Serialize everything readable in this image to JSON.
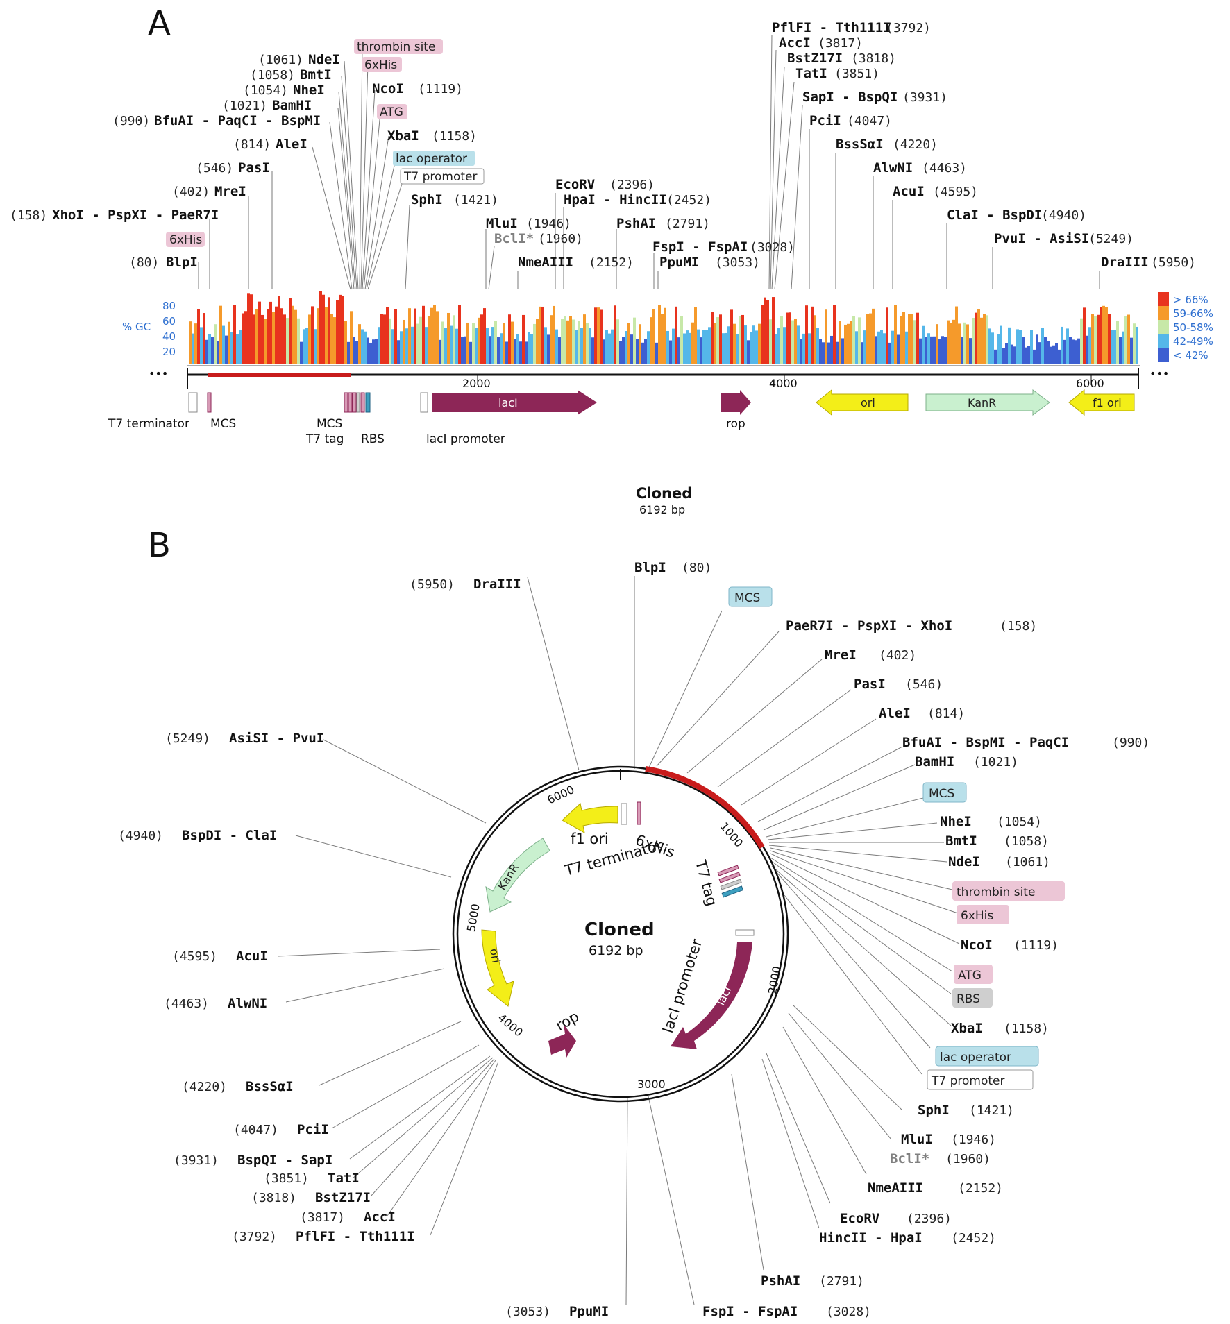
{
  "panels": {
    "a": "A",
    "b": "B"
  },
  "plasmid": {
    "name": "Cloned",
    "size": "6192 bp"
  },
  "colors": {
    "mcs_bar": "#c81c1c",
    "lacI": "#8d2657",
    "rop": "#8d2657",
    "ori": "#f3ee18",
    "f1ori": "#f3ee18",
    "KanR": "#c9f0cf",
    "tag_pink": "#ecc6d6",
    "tag_blue": "#b9e0ea",
    "tag_grey": "#cfcfcf",
    "lead": "#7a7a7a"
  },
  "linear": {
    "gc_axis_label": "% GC",
    "gc_ticks": [
      "80",
      "60",
      "40",
      "20"
    ],
    "gc_legend": [
      {
        "label": "> 66%",
        "color": "#e8331e"
      },
      {
        "label": "59-66%",
        "color": "#f59a2b"
      },
      {
        "label": "50-58%",
        "color": "#c7e8a8"
      },
      {
        "label": "42-49%",
        "color": "#55b7e9"
      },
      {
        "label": "< 42%",
        "color": "#3d5fd1"
      }
    ],
    "ruler_ticks": [
      "2000",
      "4000",
      "6000"
    ],
    "ellipsis": "•••",
    "sites": [
      {
        "num": "(80)",
        "name": "BlpI"
      },
      {
        "tag": "6xHis"
      },
      {
        "num": "(158)",
        "name": "XhoI - PspXI - PaeR7I"
      },
      {
        "num": "(402)",
        "name": "MreI"
      },
      {
        "num": "(546)",
        "name": "PasI"
      },
      {
        "num": "(814)",
        "name": "AleI"
      },
      {
        "num": "(990)",
        "name": "BfuAI - PaqCI - BspMI"
      },
      {
        "num": "(1021)",
        "name": "BamHI"
      },
      {
        "num": "(1054)",
        "name": "NheI"
      },
      {
        "num": "(1058)",
        "name": "BmtI"
      },
      {
        "num": "(1061)",
        "name": "NdeI"
      },
      {
        "tag": "thrombin site"
      },
      {
        "tag": "6xHis"
      },
      {
        "name": "NcoI",
        "num": "(1119)"
      },
      {
        "tag": "ATG"
      },
      {
        "name": "XbaI",
        "num": "(1158)"
      },
      {
        "tag": "lac operator"
      },
      {
        "tag": "T7 promoter"
      },
      {
        "name": "SphI",
        "num": "(1421)"
      },
      {
        "name": "MluI",
        "num": "(1946)"
      },
      {
        "name": "BclI*",
        "num": "(1960)"
      },
      {
        "name": "NmeAIII",
        "num": "(2152)"
      },
      {
        "name": "EcoRV",
        "num": "(2396)"
      },
      {
        "name": "HpaI - HincII",
        "num": "(2452)"
      },
      {
        "name": "PshAI",
        "num": "(2791)"
      },
      {
        "name": "FspI - FspAI",
        "num": "(3028)"
      },
      {
        "name": "PpuMI",
        "num": "(3053)"
      },
      {
        "name": "PflFI - Tth111I",
        "num": "(3792)"
      },
      {
        "name": "AccI",
        "num": "(3817)"
      },
      {
        "name": "BstZ17I",
        "num": "(3818)"
      },
      {
        "name": "TatI",
        "num": "(3851)"
      },
      {
        "name": "SapI - BspQI",
        "num": "(3931)"
      },
      {
        "name": "PciI",
        "num": "(4047)"
      },
      {
        "name": "BssSαI",
        "num": "(4220)"
      },
      {
        "name": "AlwNI",
        "num": "(4463)"
      },
      {
        "name": "AcuI",
        "num": "(4595)"
      },
      {
        "name": "ClaI - BspDI",
        "num": "(4940)"
      },
      {
        "name": "PvuI - AsiSI",
        "num": "(5249)"
      },
      {
        "name": "DraIII",
        "num": "(5950)"
      }
    ],
    "features": [
      "T7 terminator",
      "MCS",
      "MCS",
      "T7 tag",
      "RBS",
      "lacI",
      "lacI promoter",
      "rop",
      "ori",
      "KanR",
      "f1 ori"
    ]
  },
  "circular": {
    "ticks": [
      "1000",
      "2000",
      "3000",
      "4000",
      "5000",
      "6000"
    ],
    "right": [
      {
        "name": "BlpI",
        "num": "(80)"
      },
      {
        "tag": "MCS"
      },
      {
        "name": "PaeR7I - PspXI - XhoI",
        "num": "(158)"
      },
      {
        "name": "MreI",
        "num": "(402)"
      },
      {
        "name": "PasI",
        "num": "(546)"
      },
      {
        "name": "AleI",
        "num": "(814)"
      },
      {
        "name": "BfuAI - BspMI - PaqCI",
        "num": "(990)"
      },
      {
        "name": "BamHI",
        "num": "(1021)"
      },
      {
        "tag": "MCS"
      },
      {
        "name": "NheI",
        "num": "(1054)"
      },
      {
        "name": "BmtI",
        "num": "(1058)"
      },
      {
        "name": "NdeI",
        "num": "(1061)"
      },
      {
        "tag": "thrombin site"
      },
      {
        "tag": "6xHis"
      },
      {
        "name": "NcoI",
        "num": "(1119)"
      },
      {
        "tag": "ATG"
      },
      {
        "tag": "RBS"
      },
      {
        "name": "XbaI",
        "num": "(1158)"
      },
      {
        "tag": "lac operator"
      },
      {
        "tag": "T7 promoter"
      },
      {
        "name": "SphI",
        "num": "(1421)"
      },
      {
        "name": "MluI",
        "num": "(1946)"
      },
      {
        "name": "BclI*",
        "num": "(1960)"
      },
      {
        "name": "NmeAIII",
        "num": "(2152)"
      },
      {
        "name": "EcoRV",
        "num": "(2396)"
      },
      {
        "name": "HincII - HpaI",
        "num": "(2452)"
      },
      {
        "name": "PshAI",
        "num": "(2791)"
      },
      {
        "name": "FspI - FspAI",
        "num": "(3028)"
      }
    ],
    "left": [
      {
        "num": "(5950)",
        "name": "DraIII"
      },
      {
        "num": "(5249)",
        "name": "AsiSI - PvuI"
      },
      {
        "num": "(4940)",
        "name": "BspDI - ClaI"
      },
      {
        "num": "(4595)",
        "name": "AcuI"
      },
      {
        "num": "(4463)",
        "name": "AlwNI"
      },
      {
        "num": "(4220)",
        "name": "BssSαI"
      },
      {
        "num": "(4047)",
        "name": "PciI"
      },
      {
        "num": "(3931)",
        "name": "BspQI - SapI"
      },
      {
        "num": "(3851)",
        "name": "TatI"
      },
      {
        "num": "(3818)",
        "name": "BstZ17I"
      },
      {
        "num": "(3817)",
        "name": "AccI"
      },
      {
        "num": "(3792)",
        "name": "PflFI - Tth111I"
      },
      {
        "num": "(3053)",
        "name": "PpuMI"
      }
    ],
    "inner": [
      "f1 ori",
      "6xHis",
      "T7 terminator",
      "T7 tag",
      "KanR",
      "ori",
      "rop",
      "lacI",
      "lacI promoter"
    ]
  }
}
